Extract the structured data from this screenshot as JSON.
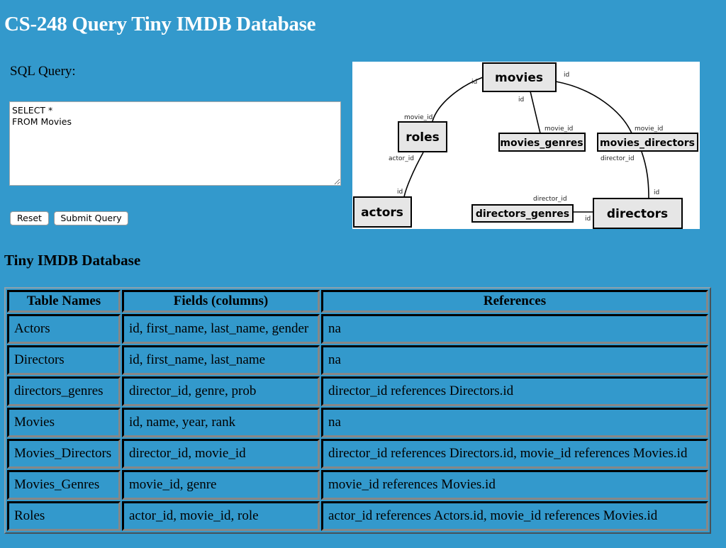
{
  "header": {
    "title": "CS-248 Query Tiny IMDB Database"
  },
  "query_form": {
    "label": "SQL Query:",
    "textarea_value": "SELECT *\nFROM Movies",
    "reset_label": "Reset",
    "submit_label": "Submit Query"
  },
  "diagram": {
    "tables": [
      "movies",
      "roles",
      "movies_genres",
      "movies_directors",
      "actors",
      "directors_genres",
      "directors"
    ],
    "field_labels": [
      "id",
      "id",
      "id",
      "movie_id",
      "movie_id",
      "movie_id",
      "actor_id",
      "director_id",
      "id",
      "director_id",
      "id",
      "id"
    ]
  },
  "section": {
    "heading": "Tiny IMDB Database"
  },
  "table": {
    "headers": [
      "Table Names",
      "Fields (columns)",
      "References"
    ],
    "rows": [
      [
        "Actors",
        "id, first_name, last_name, gender",
        "na"
      ],
      [
        "Directors",
        "id, first_name, last_name",
        "na"
      ],
      [
        "directors_genres",
        "director_id, genre, prob",
        "director_id references Directors.id"
      ],
      [
        "Movies",
        "id, name, year, rank",
        "na"
      ],
      [
        "Movies_Directors",
        "director_id, movie_id",
        "director_id references Directors.id, movie_id references Movies.id"
      ],
      [
        "Movies_Genres",
        "movie_id, genre",
        "movie_id references Movies.id"
      ],
      [
        "Roles",
        "actor_id, movie_id, role",
        "actor_id references Actors.id, movie_id references Movies.id"
      ]
    ]
  }
}
